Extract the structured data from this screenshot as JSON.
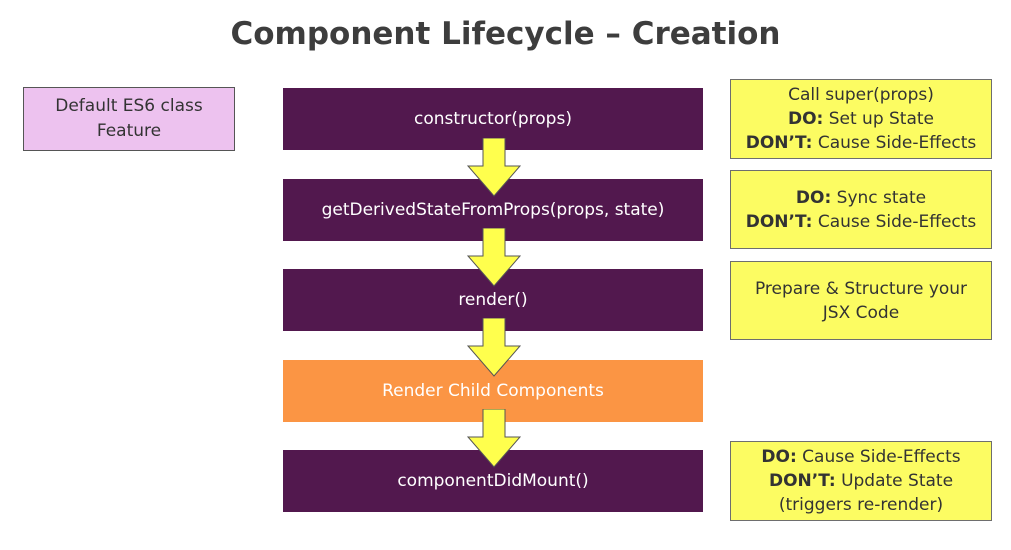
{
  "title": "Component Lifecycle – Creation",
  "side_note": {
    "line1": "Default ES6 class",
    "line2": "Feature"
  },
  "steps": [
    {
      "label": "constructor(props)",
      "color": "#52184e"
    },
    {
      "label": "getDerivedStateFromProps(props, state)",
      "color": "#52184e"
    },
    {
      "label": "render()",
      "color": "#52184e"
    },
    {
      "label": "Render Child Components",
      "color": "#fb9544"
    },
    {
      "label": "componentDidMount()",
      "color": "#52184e"
    }
  ],
  "notes": {
    "constructor": {
      "line1": "Call super(props)",
      "do_label": "DO:",
      "do_text": " Set up State",
      "dont_label": "DON’T:",
      "dont_text": " Cause Side-Effects"
    },
    "derived": {
      "do_label": "DO:",
      "do_text": " Sync state",
      "dont_label": "DON’T:",
      "dont_text": " Cause Side-Effects"
    },
    "render": {
      "line1": "Prepare & Structure your",
      "line2": "JSX Code"
    },
    "did_mount": {
      "do_label": "DO:",
      "do_text": " Cause Side-Effects",
      "dont_label": "DON’T:",
      "dont_text": " Update State",
      "line3": "(triggers re-render)"
    }
  },
  "colors": {
    "step": "#52184e",
    "highlight_step": "#fb9544",
    "note": "#fcfc62",
    "side_note": "#edc2ef",
    "arrow": "#ffff4d"
  },
  "arrow_icon": "down-arrow-icon"
}
